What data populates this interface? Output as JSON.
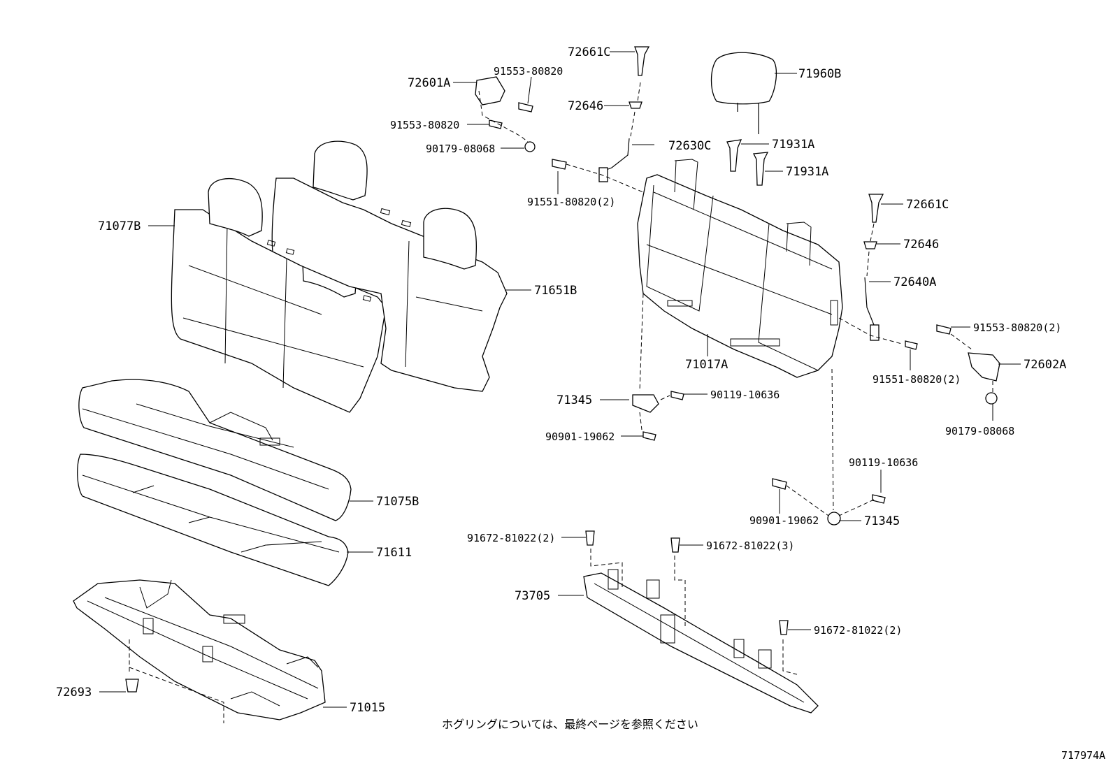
{
  "labels": {
    "l_72661C_top": "72661C",
    "l_72601A": "72601A",
    "l_91553_a": "91553-80820",
    "l_91553_b": "91553-80820",
    "l_90179_a": "90179-08068",
    "l_72646_top": "72646",
    "l_72630C": "72630C",
    "l_91551_a": "91551-80820(2)",
    "l_71960B": "71960B",
    "l_71931A_a": "71931A",
    "l_71931A_b": "71931A",
    "l_72661C_right": "72661C",
    "l_72646_right": "72646",
    "l_72640A": "72640A",
    "l_71077B": "71077B",
    "l_71651B": "71651B",
    "l_91553_c": "91553-80820(2)",
    "l_72602A": "72602A",
    "l_91551_b": "91551-80820(2)",
    "l_71017A": "71017A",
    "l_71345_a": "71345",
    "l_90119_a": "90119-10636",
    "l_90901_a": "90901-19062",
    "l_90179_b": "90179-08068",
    "l_90119_b": "90119-10636",
    "l_90901_b": "90901-19062",
    "l_71345_b": "71345",
    "l_71075B": "71075B",
    "l_91672_a": "91672-81022(2)",
    "l_91672_b": "91672-81022(3)",
    "l_71611": "71611",
    "l_73705": "73705",
    "l_91672_c": "91672-81022(2)",
    "l_72693": "72693",
    "l_71015": "71015"
  },
  "note": "ホグリングについては、最終ページを参照ください",
  "diagram_id": "717974A"
}
